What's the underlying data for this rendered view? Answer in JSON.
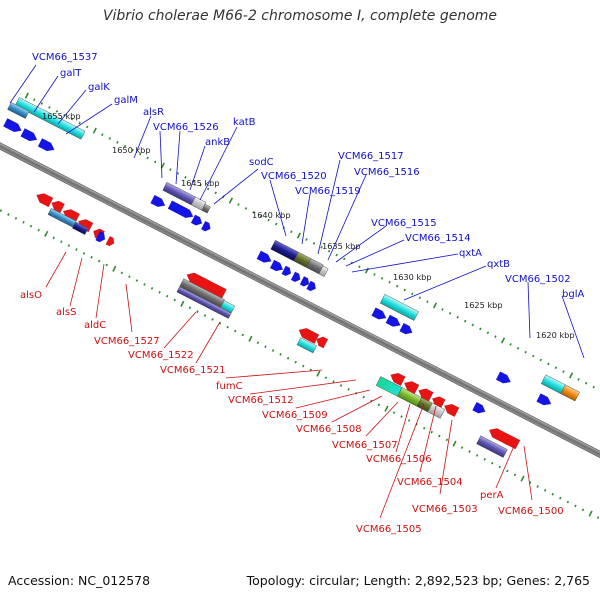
{
  "title": "Vibrio cholerae M66-2 chromosome I, complete genome",
  "footer": {
    "accession": "Accession: NC_012578",
    "summary": "Topology: circular; Length: 2,892,523 bp; Genes: 2,765"
  },
  "colors": {
    "forward_label": "#1010cc",
    "reverse_label": "#cc1010",
    "backbone": "#7a7a7a",
    "tick": "#2a8a2a"
  },
  "kbp_marks": [
    "1655 kbp",
    "1650 kbp",
    "1645 kbp",
    "1640 kbp",
    "1635 kbp",
    "1630 kbp",
    "1625 kbp",
    "1620 kbp"
  ],
  "forward_labels": [
    "VCM66_1537",
    "galT",
    "galK",
    "galM",
    "alsR",
    "VCM66_1526",
    "katB",
    "ankB",
    "sodC",
    "VCM66_1520",
    "VCM66_1519",
    "VCM66_1517",
    "VCM66_1516",
    "VCM66_1515",
    "VCM66_1514",
    "qxtA",
    "qxtB",
    "VCM66_1502",
    "bglA"
  ],
  "reverse_labels": [
    "alsO",
    "alsS",
    "aldC",
    "VCM66_1527",
    "VCM66_1522",
    "VCM66_1521",
    "fumC",
    "VCM66_1512",
    "VCM66_1509",
    "VCM66_1508",
    "VCM66_1507",
    "VCM66_1506",
    "VCM66_1504",
    "VCM66_1503",
    "VCM66_1505",
    "perA",
    "VCM66_1500"
  ]
}
